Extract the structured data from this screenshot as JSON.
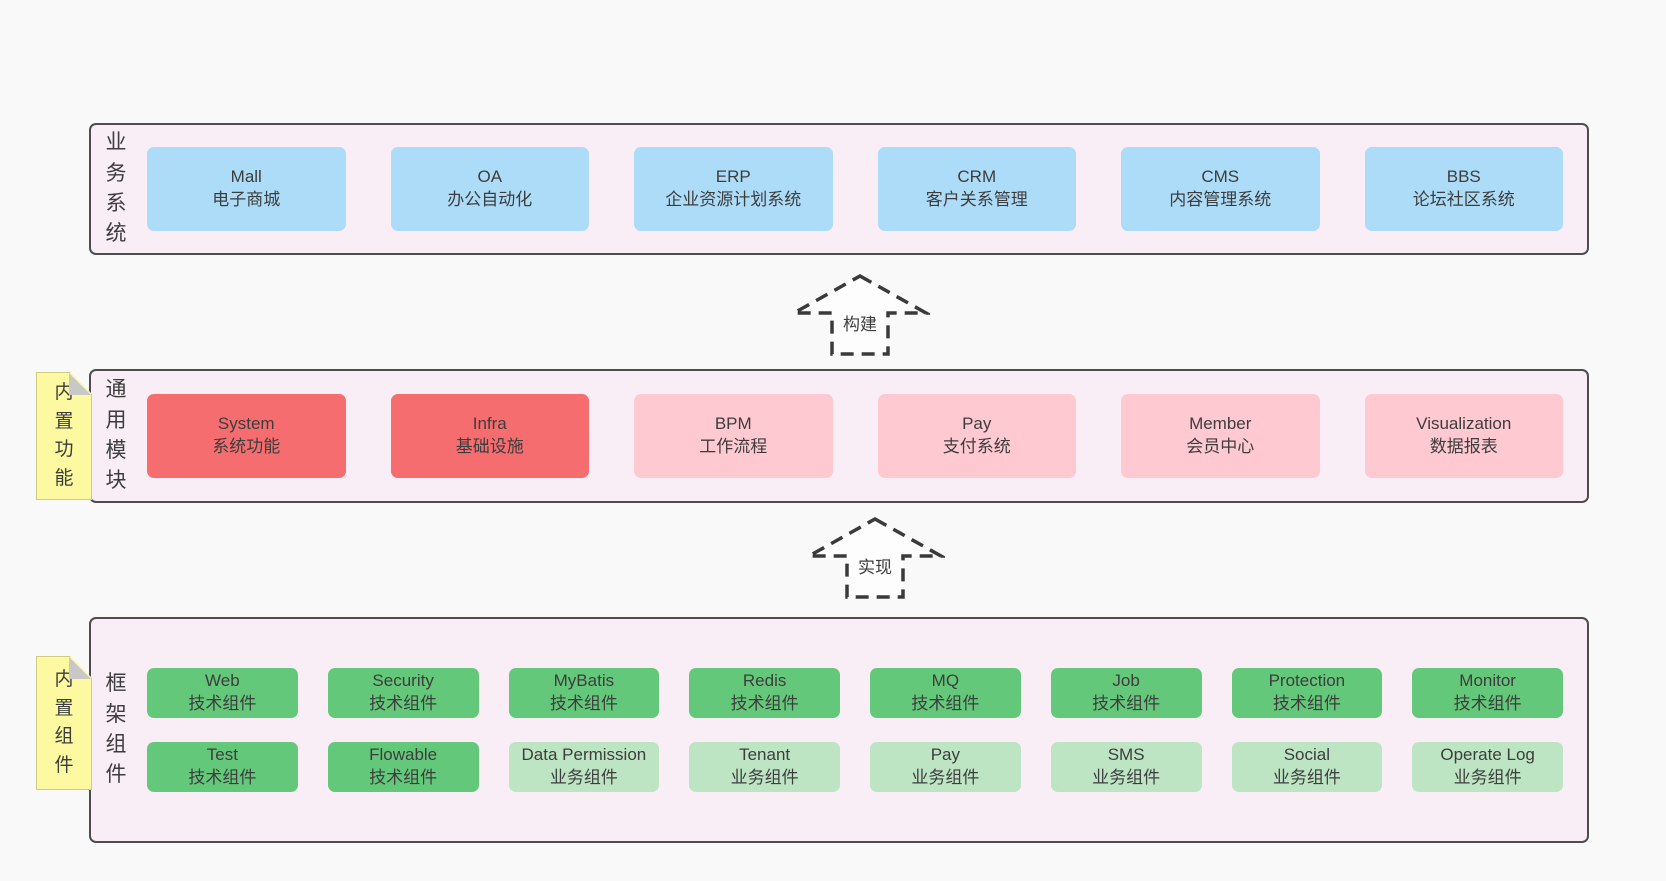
{
  "colors": {
    "page-bg": "#f9f9f9",
    "panel-bg": "#f9edf6",
    "panel-border": "#4d4d4d",
    "box-blue": "#addcf8",
    "box-red": "#f66d6f",
    "box-pink": "#fec9d1",
    "box-green": "#64c87a",
    "box-green-light": "#bde5c4",
    "sticky-yellow": "#fcf9a1",
    "sticky-fold": "#c8c8c8",
    "text": "#3d3d3d",
    "arrow": "#3a3a3a"
  },
  "layers": {
    "business": {
      "label": "业务系统",
      "boxes": [
        {
          "en": "Mall",
          "zh": "电子商城"
        },
        {
          "en": "OA",
          "zh": "办公自动化"
        },
        {
          "en": "ERP",
          "zh": "企业资源计划系统"
        },
        {
          "en": "CRM",
          "zh": "客户关系管理"
        },
        {
          "en": "CMS",
          "zh": "内容管理系统"
        },
        {
          "en": "BBS",
          "zh": "论坛社区系统"
        }
      ]
    },
    "modules": {
      "label": "通用模块",
      "sticky": "内置功能",
      "boxes": [
        {
          "en": "System",
          "zh": "系统功能"
        },
        {
          "en": "Infra",
          "zh": "基础设施"
        },
        {
          "en": "BPM",
          "zh": "工作流程"
        },
        {
          "en": "Pay",
          "zh": "支付系统"
        },
        {
          "en": "Member",
          "zh": "会员中心"
        },
        {
          "en": "Visualization",
          "zh": "数据报表"
        }
      ]
    },
    "components": {
      "label": "框架组件",
      "sticky": "内置组件",
      "row1": [
        {
          "en": "Web",
          "zh": "技术组件"
        },
        {
          "en": "Security",
          "zh": "技术组件"
        },
        {
          "en": "MyBatis",
          "zh": "技术组件"
        },
        {
          "en": "Redis",
          "zh": "技术组件"
        },
        {
          "en": "MQ",
          "zh": "技术组件"
        },
        {
          "en": "Job",
          "zh": "技术组件"
        },
        {
          "en": "Protection",
          "zh": "技术组件"
        },
        {
          "en": "Monitor",
          "zh": "技术组件"
        }
      ],
      "row2": [
        {
          "en": "Test",
          "zh": "技术组件"
        },
        {
          "en": "Flowable",
          "zh": "技术组件"
        },
        {
          "en": "Data Permission",
          "zh": "业务组件"
        },
        {
          "en": "Tenant",
          "zh": "业务组件"
        },
        {
          "en": "Pay",
          "zh": "业务组件"
        },
        {
          "en": "SMS",
          "zh": "业务组件"
        },
        {
          "en": "Social",
          "zh": "业务组件"
        },
        {
          "en": "Operate Log",
          "zh": "业务组件"
        }
      ]
    }
  },
  "arrows": {
    "build": "构建",
    "implement": "实现"
  }
}
